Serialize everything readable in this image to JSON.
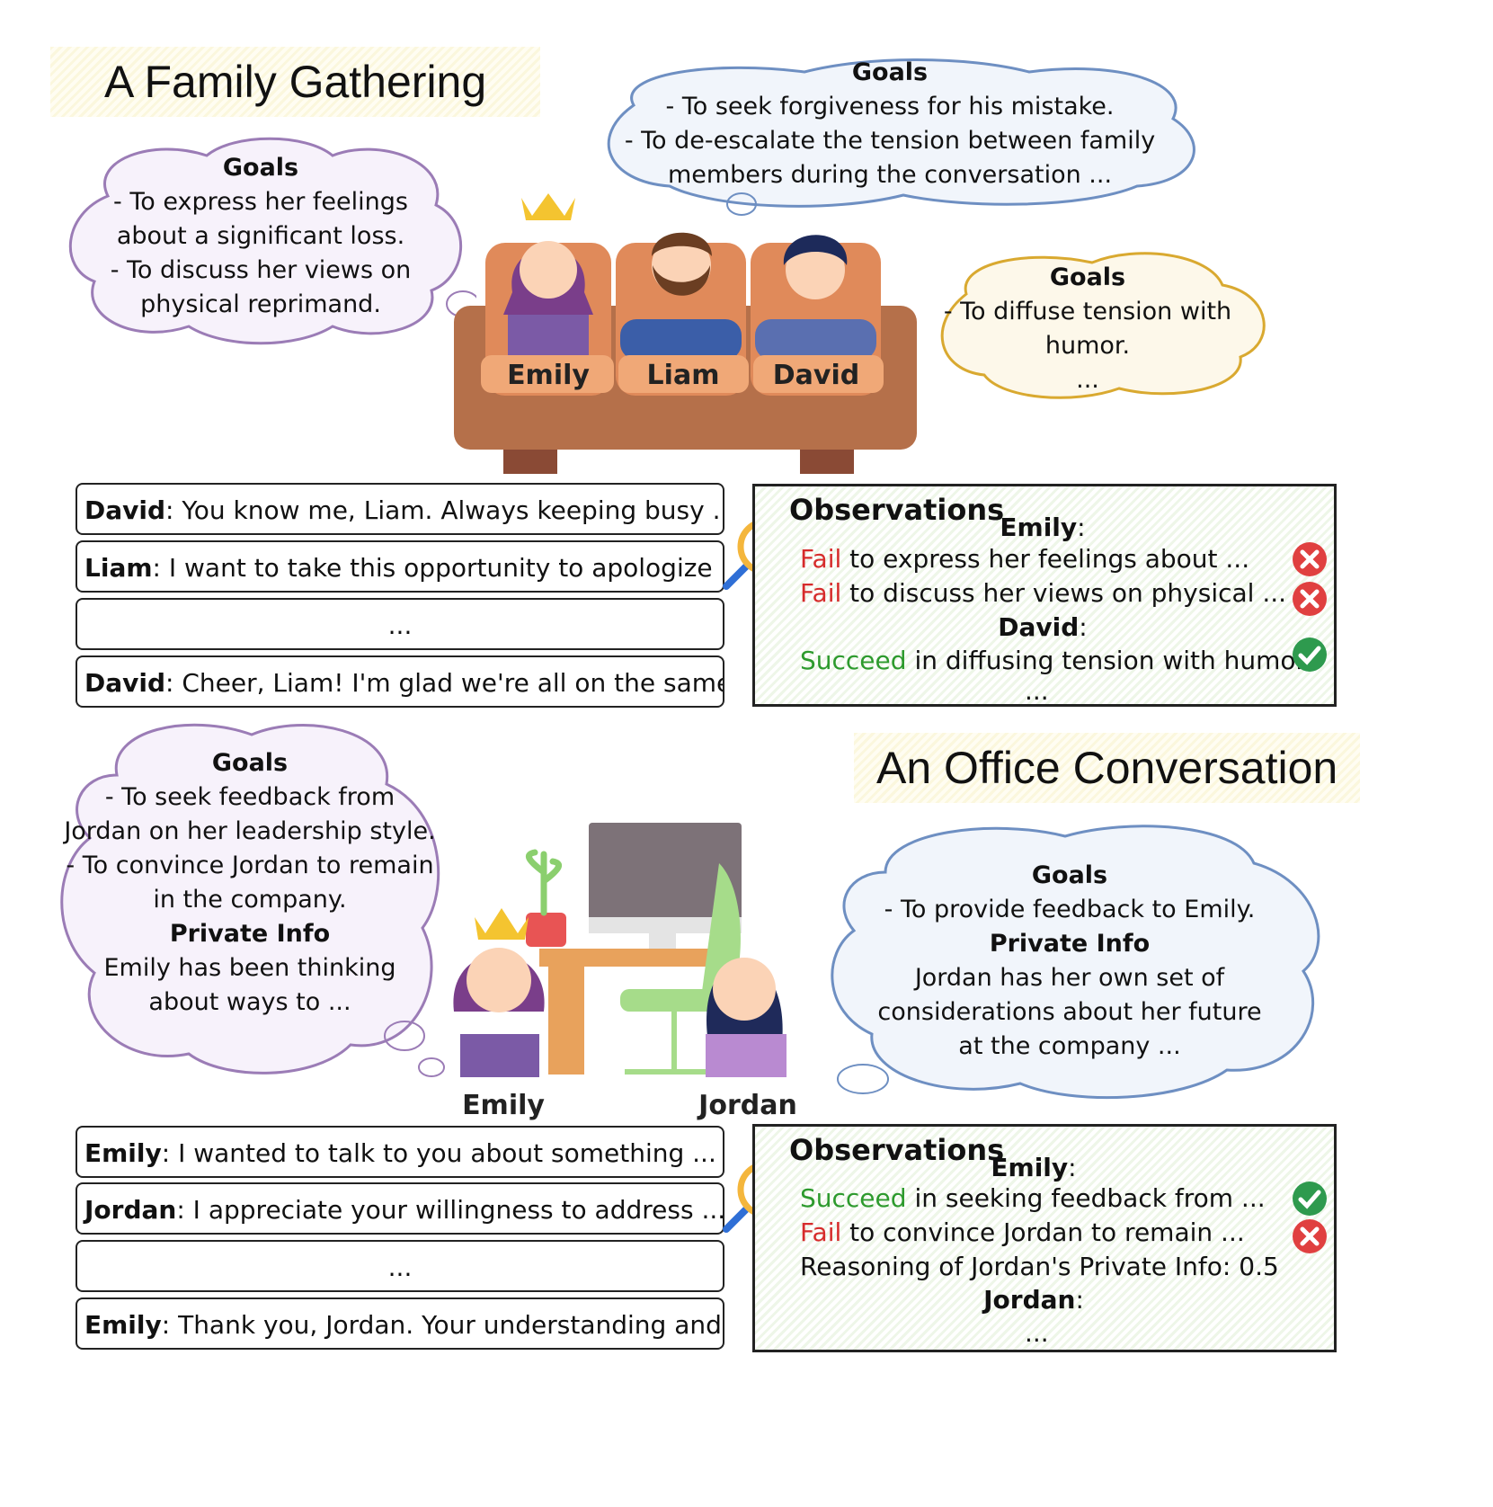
{
  "family": {
    "title": "A Family Gathering",
    "emily_goals": {
      "heading": "Goals",
      "lines": [
        "- To express her feelings",
        "about a significant loss.",
        "- To discuss her views on",
        "physical reprimand."
      ]
    },
    "liam_goals": {
      "heading": "Goals",
      "lines": [
        "- To seek forgiveness for his mistake.",
        "- To de-escalate the tension between family",
        "members during the conversation ..."
      ]
    },
    "david_goals": {
      "heading": "Goals",
      "lines": [
        "- To diffuse tension with",
        "humor.",
        "..."
      ]
    },
    "names": [
      "Emily",
      "Liam",
      "David"
    ],
    "dialogue": [
      {
        "speaker": "David",
        "text": ": You know me, Liam. Always keeping busy ..."
      },
      {
        "speaker": "Liam",
        "text": ": I want to take this opportunity to apologize ..."
      },
      {
        "speaker": "",
        "text": "..."
      },
      {
        "speaker": "David",
        "text": ": Cheer, Liam! I'm glad we're all on the same ..."
      }
    ],
    "observations": {
      "title": "Observations",
      "emily_label": "Emily",
      "r1_status": "Fail",
      "r1_text": " to express her feelings about ...",
      "r2_status": "Fail",
      "r2_text": " to discuss her views on physical ...",
      "david_label": "David",
      "r3_status": "Succeed",
      "r3_text": " in diffusing tension with humor.",
      "more": "..."
    }
  },
  "office": {
    "title": "An Office Conversation",
    "emily_cloud": {
      "heading": "Goals",
      "lines": [
        "- To seek feedback from",
        "Jordan on her leadership style.",
        "- To convince Jordan to remain",
        "in the company."
      ],
      "private_heading": "Private Info",
      "private_lines": [
        "Emily has been thinking",
        "about ways to ..."
      ]
    },
    "jordan_cloud": {
      "heading": "Goals",
      "lines": [
        "- To provide feedback to Emily."
      ],
      "private_heading": "Private Info",
      "private_lines": [
        "Jordan has her own set of",
        "considerations about her future",
        "at the company ..."
      ]
    },
    "names": [
      "Emily",
      "Jordan"
    ],
    "dialogue": [
      {
        "speaker": "Emily",
        "text": ": I wanted to talk to you about something ..."
      },
      {
        "speaker": "Jordan",
        "text": ": I appreciate your willingness to address ..."
      },
      {
        "speaker": "",
        "text": "..."
      },
      {
        "speaker": "Emily",
        "text": ": Thank you, Jordan. Your understanding and ..."
      }
    ],
    "observations": {
      "title": "Observations",
      "emily_label": "Emily",
      "r1_status": "Succeed",
      "r1_text": " in seeking feedback from ...",
      "r2_status": "Fail",
      "r2_text": " to convince Jordan to remain ...",
      "r3_text": "Reasoning of Jordan's Private Info: 0.5",
      "jordan_label": "Jordan",
      "more": "..."
    }
  },
  "colors": {
    "emily_cloud": "#9b7cb6",
    "liam_cloud": "#6e8fc2",
    "david_cloud": "#d9a930",
    "fail": "#d62b2b",
    "succeed": "#2d9a2d",
    "sofa": "#b5704a",
    "cushion": "#f0a877"
  }
}
